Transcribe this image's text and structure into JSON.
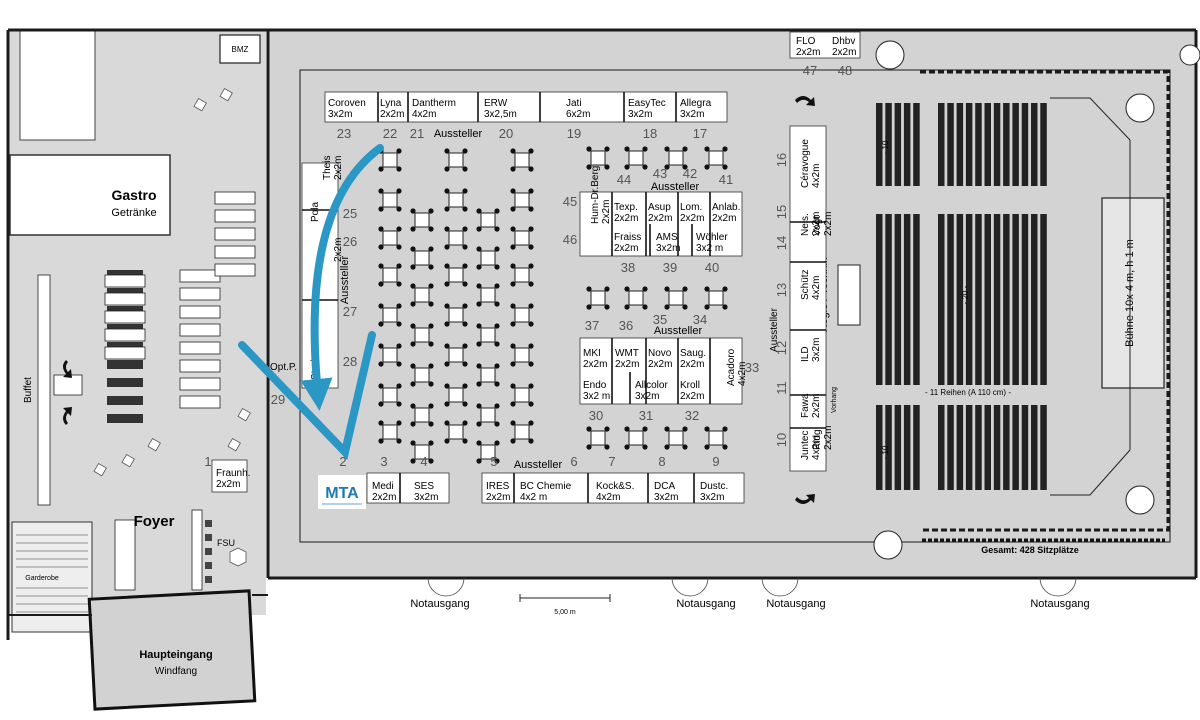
{
  "colors": {
    "floor": "#d3d3d3",
    "wall": "#1a1a1a",
    "booth": "#ffffff",
    "arrow": "#2b97c4",
    "num": "#555555"
  },
  "areas": {
    "bmz": "BMZ",
    "gastro": "Gastro",
    "getraenke": "Getränke",
    "buffet": "Buffet",
    "foyer": "Foyer",
    "fsu": "FSU",
    "garderobe": "Garderobe",
    "haupteingang": "Haupteingang",
    "windfang": "Windfang",
    "regie": "Regie / Technik",
    "buehne": "Bühne 10x 4 m, h 1 m",
    "vorhang": "Vorhang",
    "reihen": "- 11 Reihen (A 110 cm) -",
    "gesamt": "Gesamt: 428 Sitzplätze",
    "notausgang": "Notausgang",
    "scale": "5,00 m",
    "logo": "MTA",
    "aussteller": "Aussteller"
  },
  "row_marks": {
    "r10": "- 10 -",
    "r20": "- 20 -"
  },
  "booths": [
    {
      "n": "Coroven",
      "s": "3x2m"
    },
    {
      "n": "Lyna",
      "s": "2x2m"
    },
    {
      "n": "Dantherm",
      "s": "4x2m"
    },
    {
      "n": "ERW",
      "s": "3x2,5m"
    },
    {
      "n": "Jati",
      "s": "6x2m"
    },
    {
      "n": "EasyTec",
      "s": "3x2m"
    },
    {
      "n": "Allegra",
      "s": "3x2m"
    },
    {
      "n": "Hum-Dr.Berg",
      "s": "2x2m"
    },
    {
      "n": "Texp.",
      "s": "2x2m"
    },
    {
      "n": "Asup",
      "s": "2x2m"
    },
    {
      "n": "Lom.",
      "s": "2x2m"
    },
    {
      "n": "Anlab.",
      "s": "2x2m"
    },
    {
      "n": "Fraiss",
      "s": "2x2m"
    },
    {
      "n": "AMS",
      "s": "3x2m"
    },
    {
      "n": "Wöhler",
      "s": "3x2 m"
    },
    {
      "n": "MKI",
      "s": "2x2m"
    },
    {
      "n": "WMT",
      "s": "2x2m"
    },
    {
      "n": "Novo",
      "s": "2x2m"
    },
    {
      "n": "Saug.",
      "s": "2x2m"
    },
    {
      "n": "Endo",
      "s": "3x2 m"
    },
    {
      "n": "Allcolor",
      "s": "3x2m"
    },
    {
      "n": "Kroll",
      "s": "2x2m"
    },
    {
      "n": "Acadoro",
      "s": "4x2m"
    },
    {
      "n": "Medi",
      "s": "2x2m"
    },
    {
      "n": "SES",
      "s": "3x2m"
    },
    {
      "n": "IRES",
      "s": "2x2m"
    },
    {
      "n": "BC Chemie",
      "s": "4x2 m"
    },
    {
      "n": "Kock&S.",
      "s": "4x2m"
    },
    {
      "n": "DCA",
      "s": "3x2m"
    },
    {
      "n": "Dustc.",
      "s": "3x2m"
    },
    {
      "n": "Fraunh.",
      "s": "2x2m"
    },
    {
      "n": "Theis",
      "s": "2x2m"
    },
    {
      "n": "Pola",
      "s": ""
    },
    {
      "n": "",
      "s": "2x2m"
    },
    {
      "n": "Steri.",
      "s": ""
    },
    {
      "n": "Opt.P.",
      "s": ""
    },
    {
      "n": "FLO",
      "s": "2x2m"
    },
    {
      "n": "Dhbv",
      "s": "2x2m"
    },
    {
      "n": "Céravogue",
      "s": "4x2m"
    },
    {
      "n": "Nels.",
      "s": "2x2m"
    },
    {
      "n": "Vogt",
      "s": "2x2m"
    },
    {
      "n": "Schütz",
      "s": "4x2m"
    },
    {
      "n": "ILD",
      "s": "3x2m"
    },
    {
      "n": "Fawa",
      "s": "2x2m"
    },
    {
      "n": "Ridg",
      "s": "2x2m"
    },
    {
      "n": "Juntec",
      "s": "4x2m"
    }
  ],
  "numbers": [
    "1",
    "2",
    "3",
    "4",
    "5",
    "6",
    "7",
    "8",
    "9",
    "10",
    "11",
    "12",
    "13",
    "14",
    "15",
    "16",
    "17",
    "18",
    "19",
    "20",
    "21",
    "22",
    "23",
    "25",
    "26",
    "27",
    "28",
    "29",
    "30",
    "31",
    "32",
    "33",
    "34",
    "35",
    "36",
    "37",
    "38",
    "39",
    "40",
    "41",
    "42",
    "43",
    "44",
    "45",
    "46",
    "47",
    "48"
  ]
}
